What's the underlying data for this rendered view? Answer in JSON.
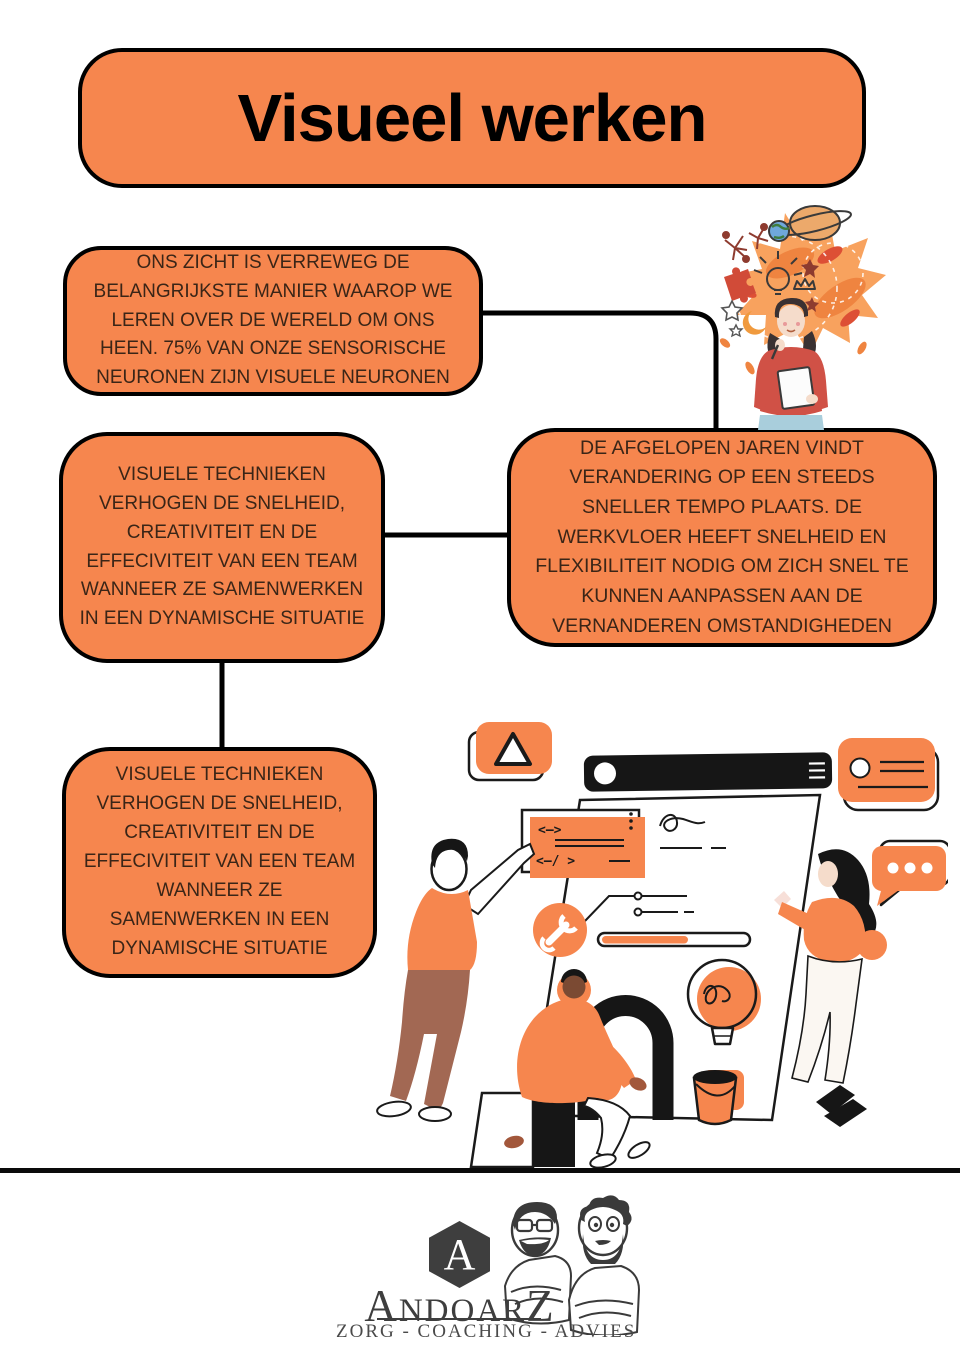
{
  "title": "Visueel werken",
  "boxes": {
    "vision": "ONS ZICHT IS VERREWEG DE BELANGRIJKSTE MANIER WAAROP WE LEREN OVER DE WERELD OM ONS HEEN. 75% VAN ONZE SENSORISCHE NEURONEN ZIJN VISUELE NEURONEN",
    "techniques_mid": "VISUELE TECHNIEKEN VERHOGEN DE SNELHEID, CREATIVITEIT EN DE EFFECIVITEIT VAN EEN TEAM WANNEER ZE SAMENWERKEN IN EEN DYNAMISCHE SITUATIE",
    "change": "DE AFGELOPEN JAREN VINDT VERANDERING OP EEN STEEDS SNELLER TEMPO PLAATS. DE WERKVLOER HEEFT SNELHEID EN FLEXIBILITEIT NODIG OM ZICH SNEL TE KUNNEN AANPASSEN AAN DE VERNANDEREN OMSTANDIGHEDEN",
    "techniques_bottom": "VISUELE TECHNIEKEN VERHOGEN DE SNELHEID, CREATIVITEIT EN DE EFFECIVITEIT VAN EEN TEAM WANNEER ZE SAMENWERKEN IN EEN DYNAMISCHE SITUATIE"
  },
  "illustration": {
    "code_line1": "<—>",
    "code_line2": "<—/ >"
  },
  "icons": {
    "play": "triangle-in-rounded-square",
    "window_menu": "hamburger-lines",
    "wrench": "wrench-in-circle",
    "lightbulb": "doodle-bulb",
    "speech_bubble": "three-dots-bubble",
    "paint_bucket": "bucket",
    "profile_card": "card-with-circle-and-lines"
  },
  "footer": {
    "logo_letter": "A",
    "brand_first": "A",
    "brand_mid": "NDOAR",
    "brand_last": "Z",
    "tagline": "ZORG - COACHING - ADVIES"
  },
  "colors": {
    "accent": "#F6864E",
    "splash": "#F8A25E",
    "outline": "#000000",
    "text_dark": "#3A2517",
    "logo_gray": "#3E3E3E",
    "sweater_red": "#D05146",
    "pants_brown": "#A26853"
  }
}
